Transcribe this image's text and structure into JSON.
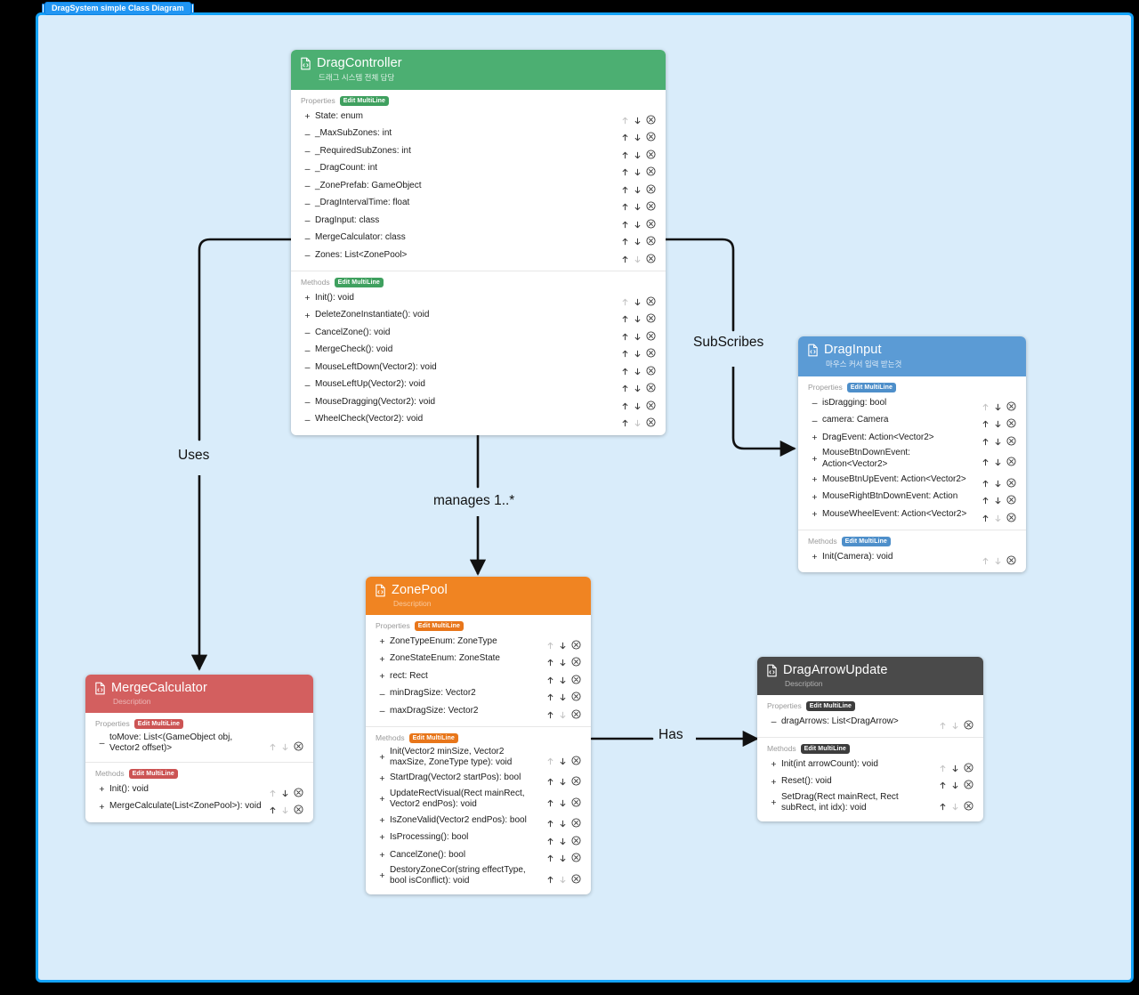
{
  "diagram": {
    "title": "DragSystem simple Class Diagram",
    "background_color": "#d9ecfa",
    "border_color": "#13a3fb",
    "outside_color": "#000000"
  },
  "section_labels": {
    "properties": "Properties",
    "methods": "Methods",
    "edit_multiline": "Edit MultiLine"
  },
  "icons": {
    "file_code": "file-code-icon",
    "move_up": "arrow-up-icon",
    "move_down": "arrow-down-icon",
    "remove": "circle-x-icon"
  },
  "edges": [
    {
      "id": "uses",
      "label": "Uses",
      "from": "DragController",
      "to": "MergeCalculator"
    },
    {
      "id": "subscribes",
      "label": "SubScribes",
      "from": "DragController",
      "to": "DragInput"
    },
    {
      "id": "manages",
      "label": "manages 1..*",
      "from": "DragController",
      "to": "ZonePool"
    },
    {
      "id": "has",
      "label": "Has",
      "from": "ZonePool",
      "to": "DragArrowUpdate"
    }
  ],
  "nodes": {
    "dragcontroller": {
      "title": "DragController",
      "subtitle": "드래그 시스템 전체 담당",
      "subtitle_is_placeholder": false,
      "color": "#4caf72",
      "badge_color": "#3fa05f",
      "properties": [
        {
          "vis": "+",
          "text": "State: enum",
          "up_dim": true,
          "down_dim": false
        },
        {
          "vis": "–",
          "text": "_MaxSubZones: int",
          "up_dim": false,
          "down_dim": false
        },
        {
          "vis": "–",
          "text": "_RequiredSubZones: int",
          "up_dim": false,
          "down_dim": false
        },
        {
          "vis": "–",
          "text": "_DragCount: int",
          "up_dim": false,
          "down_dim": false
        },
        {
          "vis": "–",
          "text": "_ZonePrefab: GameObject",
          "up_dim": false,
          "down_dim": false
        },
        {
          "vis": "–",
          "text": "_DragIntervalTime: float",
          "up_dim": false,
          "down_dim": false
        },
        {
          "vis": "–",
          "text": "DragInput: class",
          "up_dim": false,
          "down_dim": false
        },
        {
          "vis": "–",
          "text": "MergeCalculator: class",
          "up_dim": false,
          "down_dim": false
        },
        {
          "vis": "–",
          "text": "Zones: List<ZonePool>",
          "up_dim": false,
          "down_dim": true
        }
      ],
      "methods": [
        {
          "vis": "+",
          "text": "Init(): void",
          "up_dim": true,
          "down_dim": false
        },
        {
          "vis": "+",
          "text": "DeleteZoneInstantiate(): void",
          "up_dim": false,
          "down_dim": false
        },
        {
          "vis": "–",
          "text": "CancelZone(): void",
          "up_dim": false,
          "down_dim": false
        },
        {
          "vis": "–",
          "text": "MergeCheck(): void",
          "up_dim": false,
          "down_dim": false
        },
        {
          "vis": "–",
          "text": "MouseLeftDown(Vector2): void",
          "up_dim": false,
          "down_dim": false
        },
        {
          "vis": "–",
          "text": "MouseLeftUp(Vector2): void",
          "up_dim": false,
          "down_dim": false
        },
        {
          "vis": "–",
          "text": "MouseDragging(Vector2): void",
          "up_dim": false,
          "down_dim": false
        },
        {
          "vis": "–",
          "text": "WheelCheck(Vector2): void",
          "up_dim": false,
          "down_dim": true
        }
      ]
    },
    "draginput": {
      "title": "DragInput",
      "subtitle": "마우스 커서 입력 받는것",
      "subtitle_is_placeholder": false,
      "color": "#5b9bd5",
      "badge_color": "#4e8fca",
      "properties": [
        {
          "vis": "–",
          "text": "isDragging: bool",
          "up_dim": true,
          "down_dim": false
        },
        {
          "vis": "–",
          "text": "camera: Camera",
          "up_dim": false,
          "down_dim": false
        },
        {
          "vis": "+",
          "text": "DragEvent: Action<Vector2>",
          "up_dim": false,
          "down_dim": false
        },
        {
          "vis": "+",
          "text": "MouseBtnDownEvent: Action<Vector2>",
          "up_dim": false,
          "down_dim": false
        },
        {
          "vis": "+",
          "text": "MouseBtnUpEvent: Action<Vector2>",
          "up_dim": false,
          "down_dim": false
        },
        {
          "vis": "+",
          "text": "MouseRightBtnDownEvent: Action",
          "up_dim": false,
          "down_dim": false
        },
        {
          "vis": "+",
          "text": "MouseWheelEvent: Action<Vector2>",
          "up_dim": false,
          "down_dim": true
        }
      ],
      "methods": [
        {
          "vis": "+",
          "text": "Init(Camera): void",
          "up_dim": true,
          "down_dim": true
        }
      ]
    },
    "zonepool": {
      "title": "ZonePool",
      "subtitle": "Description",
      "subtitle_is_placeholder": true,
      "color": "#f08422",
      "badge_color": "#e8761a",
      "properties": [
        {
          "vis": "+",
          "text": "ZoneTypeEnum: ZoneType",
          "up_dim": true,
          "down_dim": false
        },
        {
          "vis": "+",
          "text": "ZoneStateEnum: ZoneState",
          "up_dim": false,
          "down_dim": false
        },
        {
          "vis": "+",
          "text": "rect: Rect",
          "up_dim": false,
          "down_dim": false
        },
        {
          "vis": "–",
          "text": "minDragSize: Vector2",
          "up_dim": false,
          "down_dim": false
        },
        {
          "vis": "–",
          "text": "maxDragSize: Vector2",
          "up_dim": false,
          "down_dim": true
        }
      ],
      "methods": [
        {
          "vis": "+",
          "text": "Init(Vector2 minSize, Vector2 maxSize, ZoneType type): void",
          "up_dim": true,
          "down_dim": false
        },
        {
          "vis": "+",
          "text": "StartDrag(Vector2 startPos): bool",
          "up_dim": false,
          "down_dim": false
        },
        {
          "vis": "+",
          "text": "UpdateRectVisual(Rect mainRect, Vector2 endPos): void",
          "up_dim": false,
          "down_dim": false
        },
        {
          "vis": "+",
          "text": "IsZoneValid(Vector2 endPos): bool",
          "up_dim": false,
          "down_dim": false
        },
        {
          "vis": "+",
          "text": "IsProcessing(): bool",
          "up_dim": false,
          "down_dim": false
        },
        {
          "vis": "+",
          "text": "CancelZone(): bool",
          "up_dim": false,
          "down_dim": false
        },
        {
          "vis": "+",
          "text": "DestoryZoneCor(string effectType, bool isConflict): void",
          "up_dim": false,
          "down_dim": true
        }
      ]
    },
    "mergecalculator": {
      "title": "MergeCalculator",
      "subtitle": "Description",
      "subtitle_is_placeholder": true,
      "color": "#d35f5f",
      "badge_color": "#cc5454",
      "properties": [
        {
          "vis": "–",
          "text": "toMove: List<(GameObject obj, Vector2 offset)>",
          "up_dim": true,
          "down_dim": true
        }
      ],
      "methods": [
        {
          "vis": "+",
          "text": "Init(): void",
          "up_dim": true,
          "down_dim": false
        },
        {
          "vis": "+",
          "text": "MergeCalculate(List<ZonePool>): void",
          "up_dim": false,
          "down_dim": true
        }
      ]
    },
    "dragarrowupdate": {
      "title": "DragArrowUpdate",
      "subtitle": "Description",
      "subtitle_is_placeholder": true,
      "color": "#4a4a4a",
      "badge_color": "#3d3d3d",
      "properties": [
        {
          "vis": "–",
          "text": "dragArrows: List<DragArrow>",
          "up_dim": true,
          "down_dim": true
        }
      ],
      "methods": [
        {
          "vis": "+",
          "text": "Init(int arrowCount): void",
          "up_dim": true,
          "down_dim": false
        },
        {
          "vis": "+",
          "text": "Reset(): void",
          "up_dim": false,
          "down_dim": false
        },
        {
          "vis": "+",
          "text": "SetDrag(Rect mainRect, Rect subRect, int idx): void",
          "up_dim": false,
          "down_dim": true
        }
      ]
    }
  }
}
